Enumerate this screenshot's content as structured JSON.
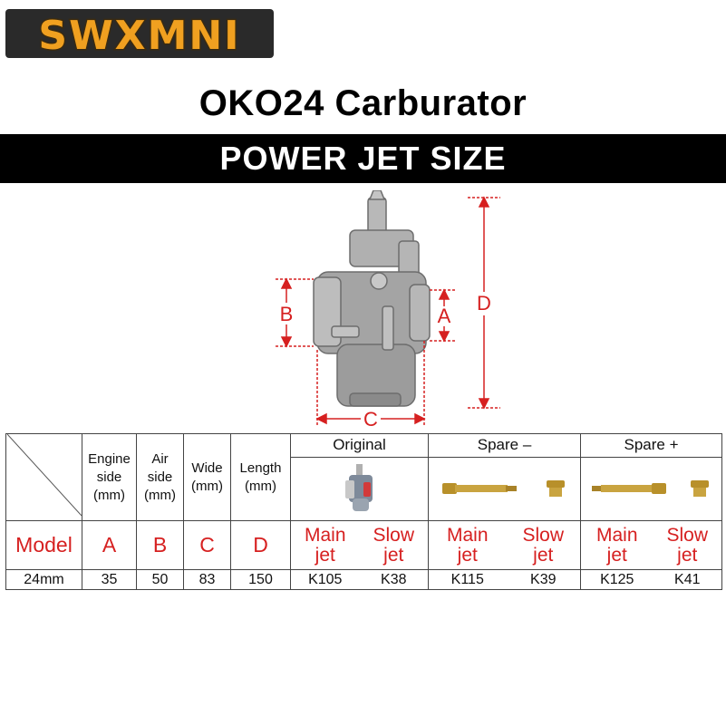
{
  "brand": {
    "logo_text": "SWXMNI"
  },
  "title": "OKO24 Carburator",
  "banner": "POWER JET SIZE",
  "diagram": {
    "labels": {
      "a": "A",
      "b": "B",
      "c": "C",
      "d": "D"
    },
    "colors": {
      "dimension": "#d62020",
      "body": "#9a9a9a"
    }
  },
  "table": {
    "headers": {
      "engine_side": [
        "Engine",
        "side",
        "(mm)"
      ],
      "air_side": [
        "Air",
        "side",
        "(mm)"
      ],
      "wide": [
        "Wide",
        "(mm)"
      ],
      "length": [
        "Length",
        "(mm)"
      ],
      "original": "Original",
      "spare_minus": "Spare –",
      "spare_plus": "Spare +"
    },
    "subheaders": {
      "model": "Model",
      "a": "A",
      "b": "B",
      "c": "C",
      "d": "D",
      "main_jet": [
        "Main",
        "jet"
      ],
      "slow_jet": [
        "Slow",
        "jet"
      ]
    },
    "row": {
      "model": "24mm",
      "a": "35",
      "b": "50",
      "c": "83",
      "d": "150",
      "original_main": "K105",
      "original_slow": "K38",
      "spare_minus_main": "K115",
      "spare_minus_slow": "K39",
      "spare_plus_main": "K125",
      "spare_plus_slow": "K41"
    }
  }
}
